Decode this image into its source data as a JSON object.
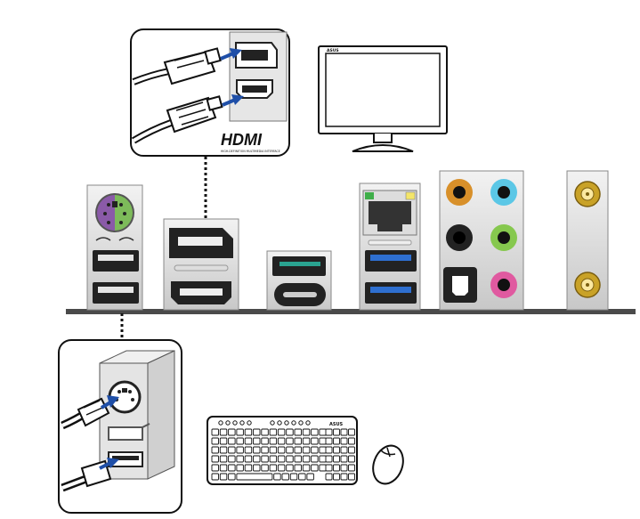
{
  "hdmi_callout": {
    "logo_text": "HDMI",
    "logo_tagline": "HIGH-DEFINITION MULTIMEDIA INTERFACE"
  },
  "monitor": {
    "brand": "ASUS"
  },
  "keyboard": {
    "brand": "ASUS"
  },
  "colors": {
    "ps2_purple": "#8a5aa8",
    "ps2_green": "#7dbb5a",
    "usb3_blue": "#2e6fd0",
    "usb_teal": "#2aa390",
    "audio_orange": "#d8902a",
    "audio_cyan": "#5bc7e6",
    "audio_black": "#222222",
    "audio_lime": "#86c84e",
    "audio_pink": "#e05aa0",
    "lan_green": "#3fae49",
    "lan_yellow": "#f3e56a",
    "antenna_gold": "#c9a227",
    "panel_bar": "#4a4a4a"
  },
  "icons": [
    "hdmi-cable-icon",
    "monitor-icon",
    "keyboard-icon",
    "mouse-icon",
    "usb-cable-icon",
    "ps2-cable-icon"
  ]
}
